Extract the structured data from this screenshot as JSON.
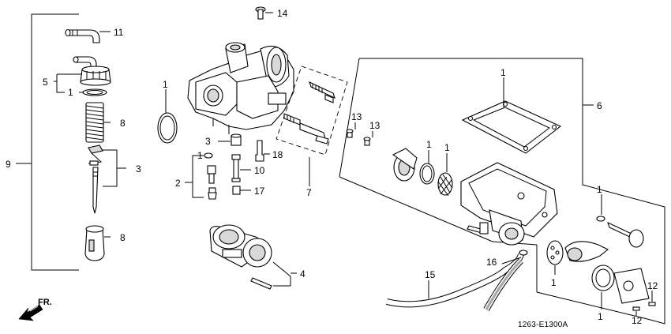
{
  "diagram_code": "1263-E1300A",
  "front_label": "FR.",
  "callouts": {
    "c1_oring_left": "1",
    "c1_washer_top": "1",
    "c1_jet_washer": "1",
    "c1_float_ring": "1",
    "c1_filter": "1",
    "c1_bowl_right": "1",
    "c1_diaphragm": "1",
    "c1_gasket": "1",
    "c1_lower_right": "1",
    "c2": "2",
    "c3_left": "3",
    "c3_mid": "3",
    "c4": "4",
    "c5": "5",
    "c6": "6",
    "c7": "7",
    "c8_spring": "8",
    "c8_bottom": "8",
    "c9": "9",
    "c10": "10",
    "c11": "11",
    "c12_a": "12",
    "c12_b": "12",
    "c13_a": "13",
    "c13_b": "13",
    "c14": "14",
    "c15": "15",
    "c16": "16",
    "c17": "17",
    "c18": "18"
  }
}
